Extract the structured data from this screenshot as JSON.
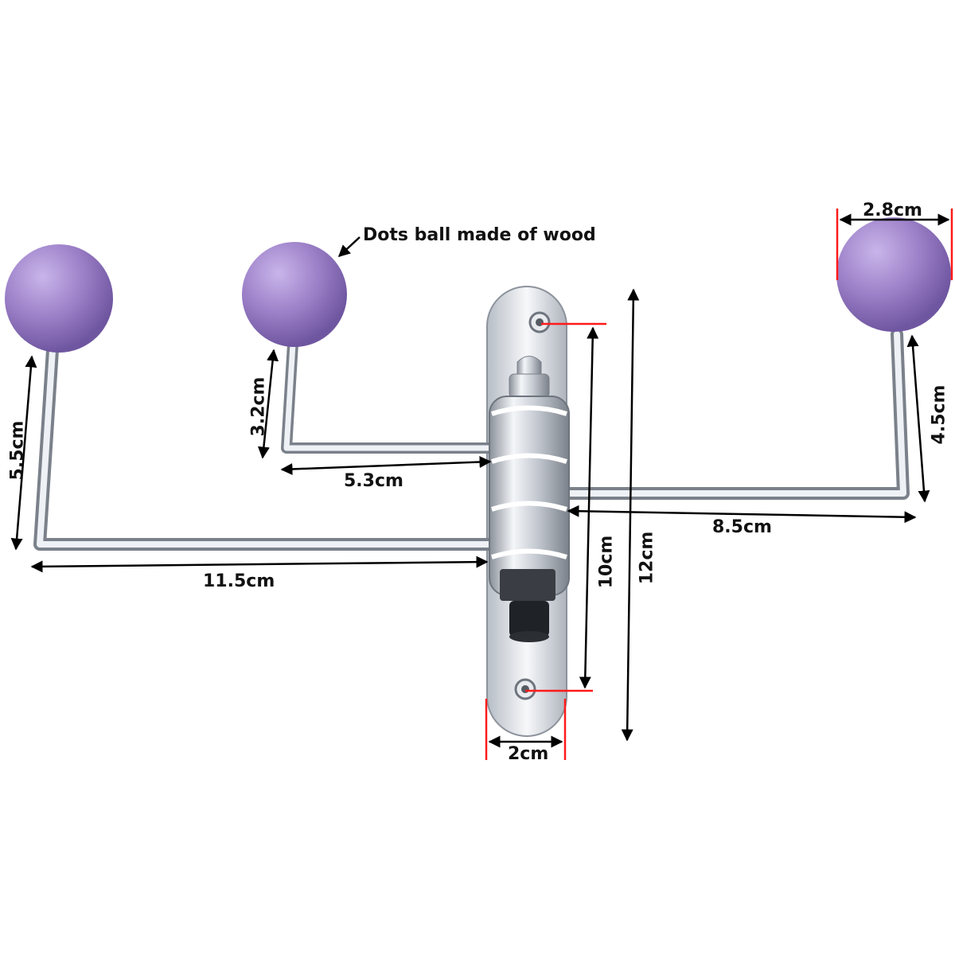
{
  "annotation": {
    "ball_note": "Dots ball made of wood"
  },
  "dimensions": {
    "ball_diameter": "2.8cm",
    "left_hook_height": "5.5cm",
    "left_hook_length": "11.5cm",
    "middle_hook_height": "3.2cm",
    "middle_hook_length": "5.3cm",
    "right_hook_height": "4.5cm",
    "right_hook_length": "8.5cm",
    "hole_spacing": "10cm",
    "plate_length": "12cm",
    "plate_width": "2cm"
  },
  "colors": {
    "ball": "#9b7fc7",
    "chrome": "#d7dbe2",
    "arrow_black": "#000000",
    "arrow_red": "#ff1a1a"
  }
}
